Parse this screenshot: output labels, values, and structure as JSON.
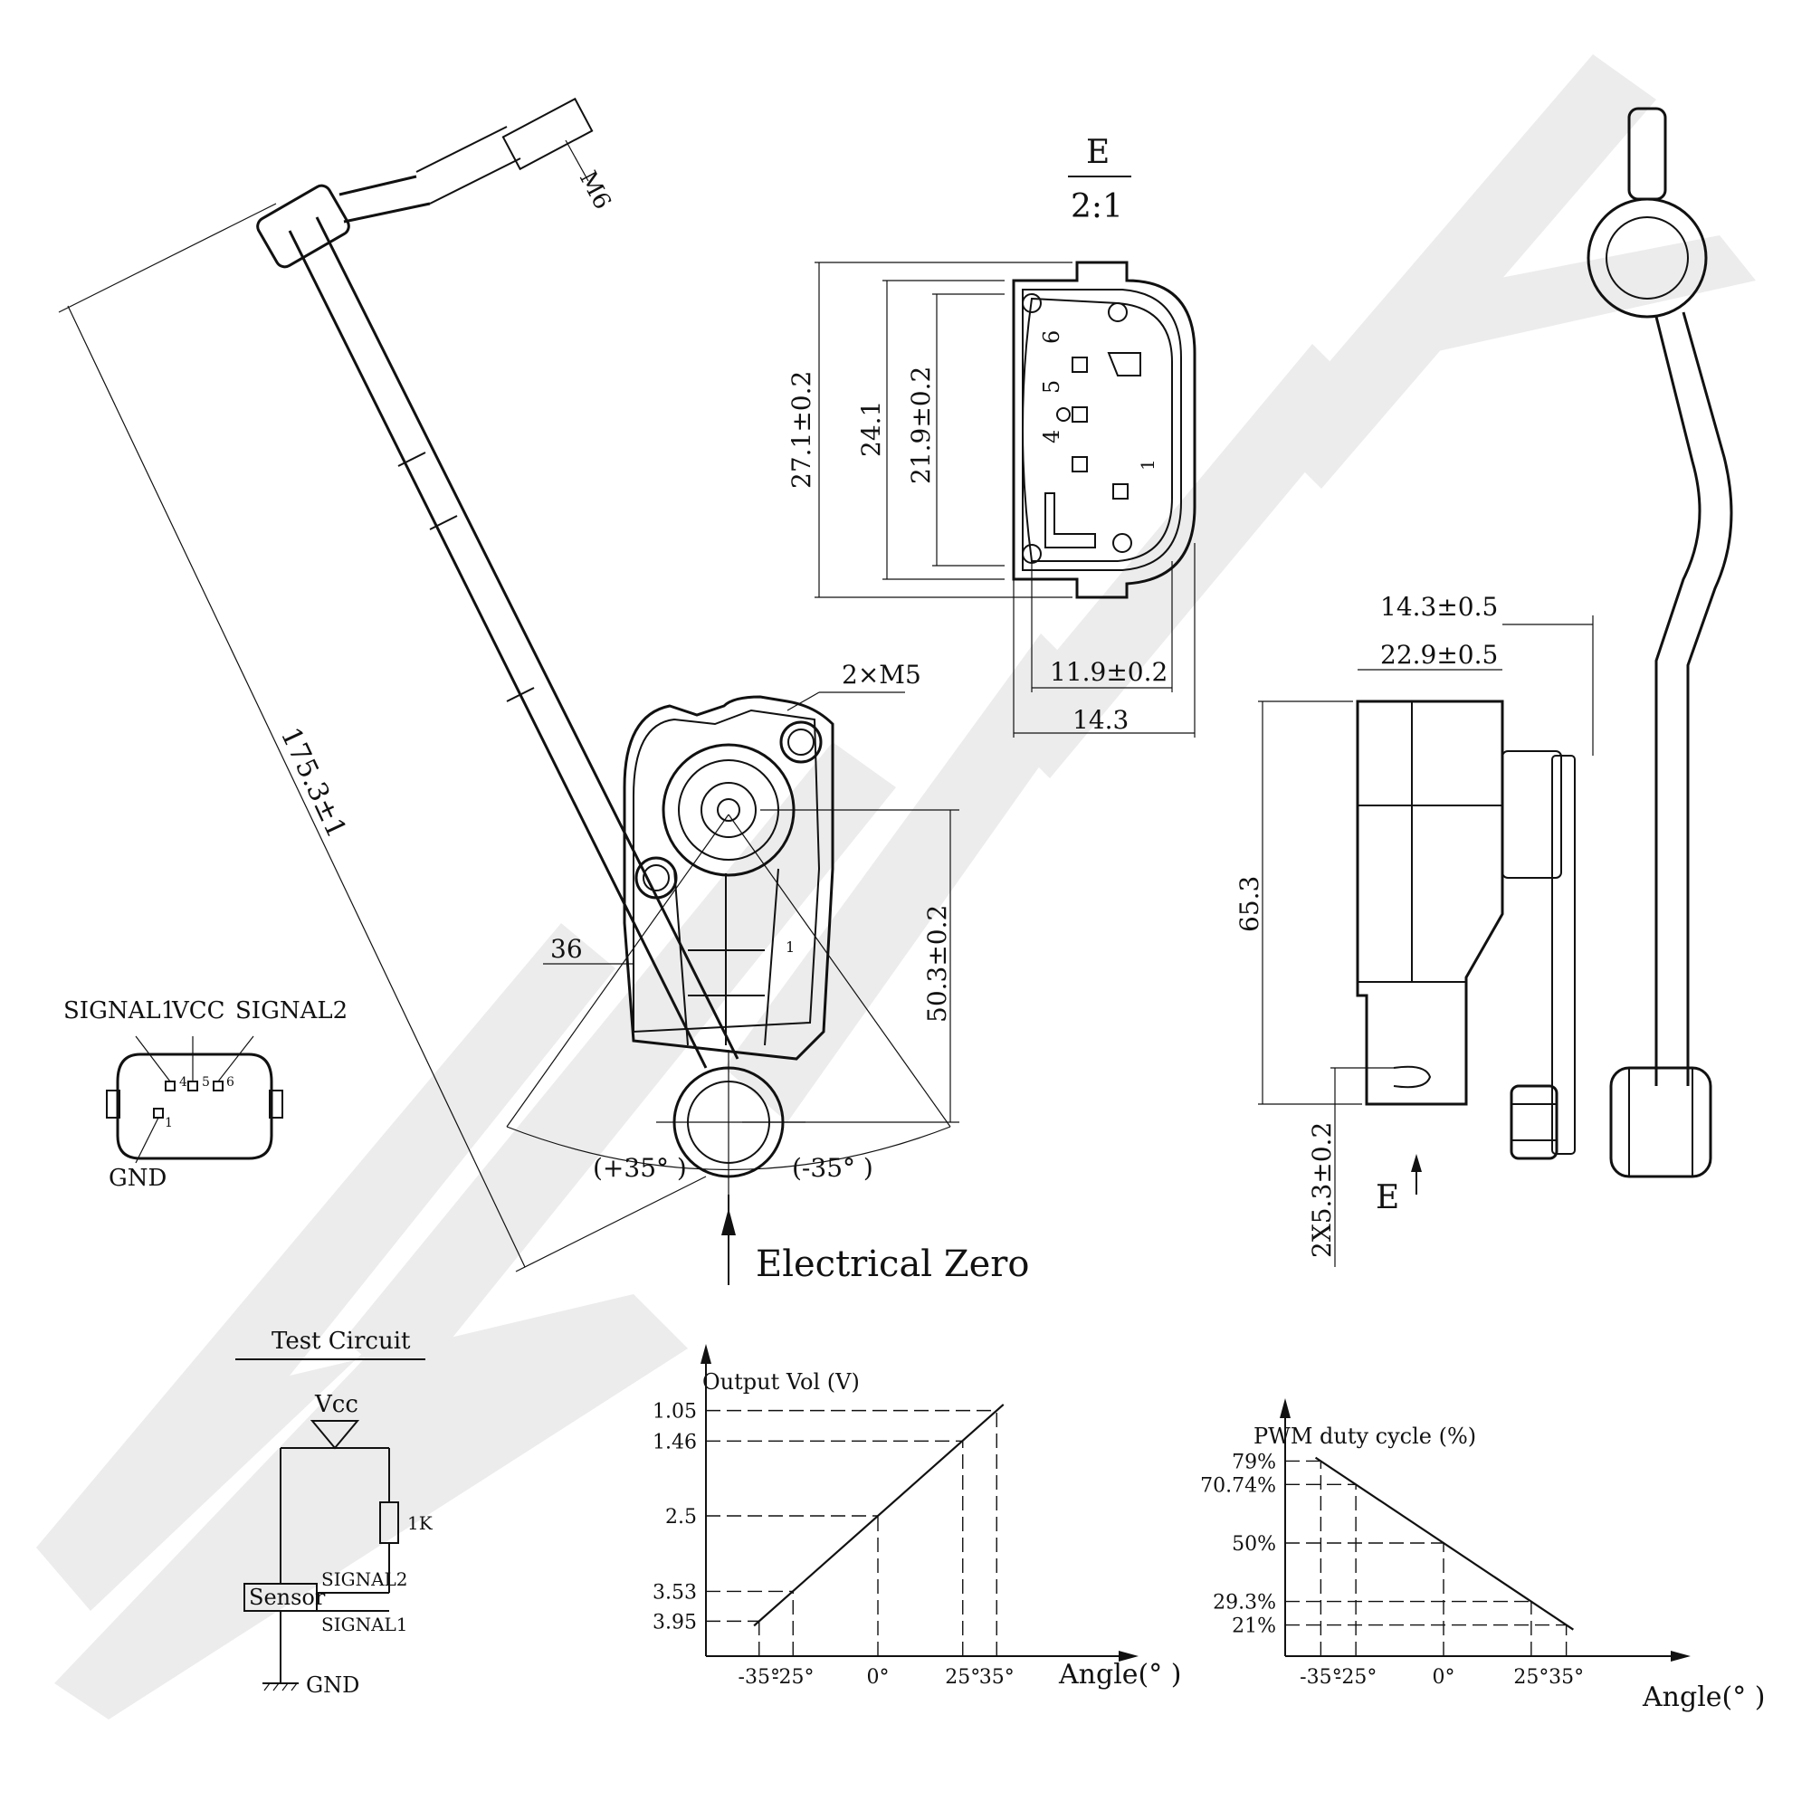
{
  "colors": {
    "ink": "#111111",
    "watermark": "#ececec",
    "background": "#ffffff"
  },
  "dimensions": {
    "m6": "M6",
    "length": "175.3±1",
    "screws": "2×M5",
    "arm_offset": "36",
    "pivot_height": "50.3±0.2",
    "angle_pos": "(+35° )",
    "angle_neg": "(-35° )",
    "electrical_zero": "Electrical Zero"
  },
  "detail_e": {
    "label": "E",
    "scale": "2:1",
    "h_outer": "27.1±0.2",
    "h_mid": "24.1",
    "h_inner": "21.9±0.2",
    "w_inner": "11.9±0.2",
    "w_outer": "14.3",
    "pins": [
      "6",
      "5",
      "4",
      "1"
    ]
  },
  "side_view": {
    "w1": "14.3±0.5",
    "w2": "22.9±0.5",
    "height": "65.3",
    "holes": "2X5.3±0.2",
    "view_label": "E"
  },
  "connector": {
    "signal1": "SIGNAL1",
    "vcc": "VCC",
    "signal2": "SIGNAL2",
    "gnd": "GND",
    "pin_numbers": [
      "4",
      "5",
      "6",
      "1"
    ]
  },
  "test_circuit": {
    "title": "Test Circuit",
    "vcc": "Vcc",
    "resistor": "1K",
    "sensor": "Sensor",
    "signal2": "SIGNAL2",
    "signal1": "SIGNAL1",
    "gnd": "GND"
  },
  "chart_data": [
    {
      "type": "line",
      "ylabel": "Output Vol (V)",
      "xlabel": "Angle(° )",
      "x_ticks": [
        "-35°",
        "-25°",
        "0°",
        "25°",
        "35°"
      ],
      "y_ticks": [
        "3.95",
        "3.53",
        "2.5",
        "1.46",
        "1.05"
      ],
      "x": [
        -35,
        -25,
        0,
        25,
        35
      ],
      "y": [
        1.05,
        1.46,
        2.5,
        3.53,
        3.95
      ]
    },
    {
      "type": "line",
      "ylabel": "PWM duty cycle (%)",
      "xlabel": "Angle(° )",
      "x_ticks": [
        "-35°",
        "-25°",
        "0°",
        "25°",
        "35°"
      ],
      "y_ticks": [
        "79%",
        "70.74%",
        "50%",
        "29.3%",
        "21%"
      ],
      "x": [
        -35,
        -25,
        0,
        25,
        35
      ],
      "y": [
        79,
        70.74,
        50,
        29.3,
        21
      ]
    }
  ]
}
